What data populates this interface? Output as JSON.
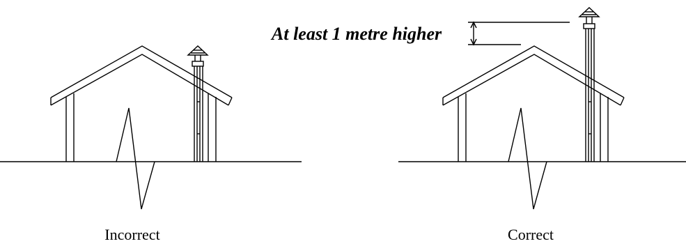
{
  "labels": {
    "incorrect": "Incorrect",
    "correct": "Correct",
    "height_note": "At least 1 metre higher"
  }
}
